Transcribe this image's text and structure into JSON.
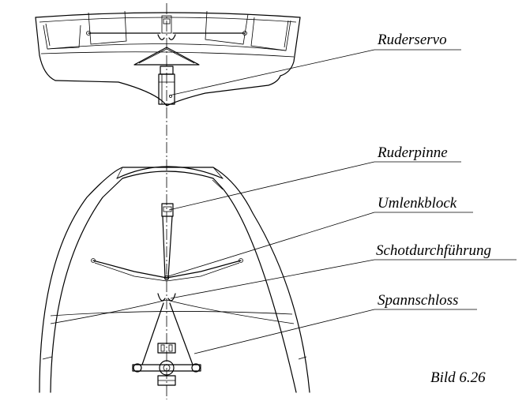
{
  "labels": {
    "ruderservo": "Ruderservo",
    "ruderpinne": "Ruderpinne",
    "umlenkblock": "Umlenkblock",
    "schotdurchfuehrung": "Schotdurchführung",
    "spannschloss": "Spannschloss"
  },
  "caption": "Bild 6.26"
}
